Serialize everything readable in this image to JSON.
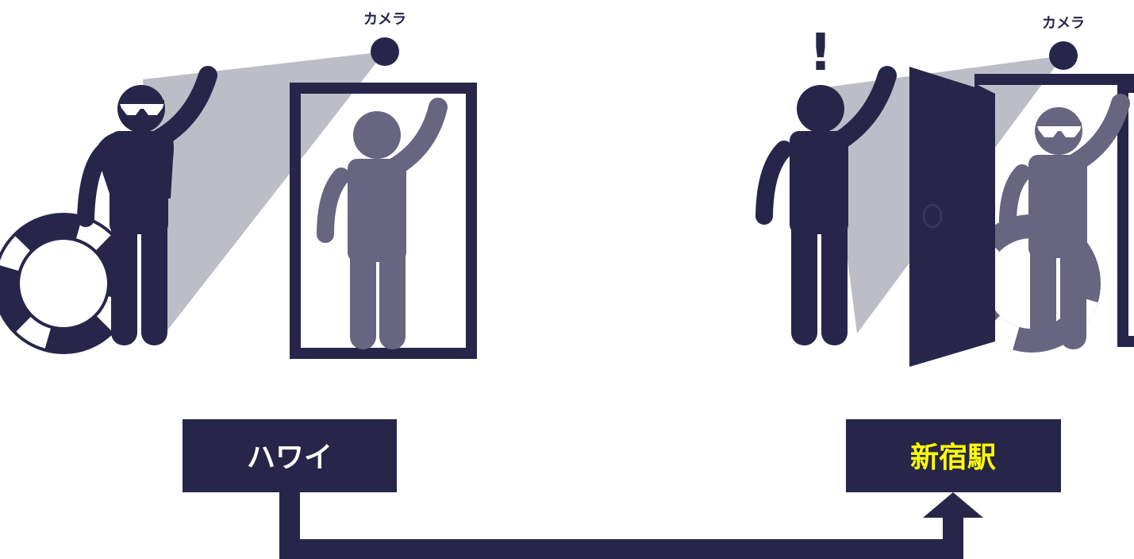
{
  "left_scene": {
    "camera_label": "カメラ",
    "location_label": "ハワイ"
  },
  "right_scene": {
    "alert_mark": "!",
    "camera_label": "カメラ",
    "location_label": "新宿駅"
  },
  "colors": {
    "navy": "#27264a",
    "reflection": "#676580",
    "beam": "#bdbdc8",
    "highlight": "#ffff00",
    "white": "#ffffff"
  },
  "icons": [
    "camera-icon",
    "person-with-sunglasses-icon",
    "person-icon",
    "mirror-frame-icon",
    "lifebuoy-icon",
    "door-icon",
    "arrow-icon"
  ]
}
